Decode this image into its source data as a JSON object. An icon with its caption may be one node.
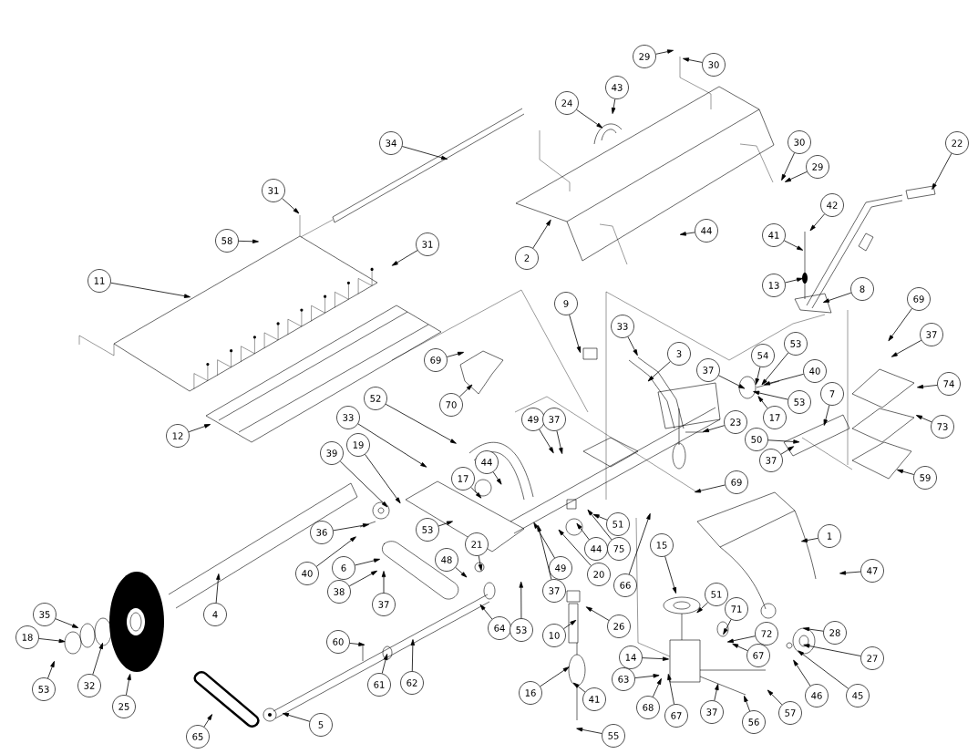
{
  "diagram": {
    "nodes": [
      {
        "text": [
          "34"
        ]
      },
      {
        "text": [
          "31"
        ]
      },
      {
        "text": [
          "58"
        ]
      },
      {
        "text": [
          "11"
        ]
      },
      {
        "text": [
          "31"
        ]
      },
      {
        "text": [
          "12"
        ]
      },
      {
        "text": [
          "29"
        ]
      },
      {
        "text": [
          "30"
        ]
      },
      {
        "text": [
          "43"
        ]
      },
      {
        "text": [
          "24"
        ]
      },
      {
        "text": [
          "30"
        ]
      },
      {
        "text": [
          "29"
        ]
      },
      {
        "text": [
          "22"
        ]
      },
      {
        "text": [
          "42"
        ]
      },
      {
        "text": [
          "41"
        ]
      },
      {
        "text": [
          "13"
        ]
      },
      {
        "text": [
          "8"
        ]
      },
      {
        "text": [
          "2"
        ]
      },
      {
        "text": [
          "44"
        ]
      },
      {
        "text": [
          "9"
        ]
      },
      {
        "text": [
          "33"
        ]
      },
      {
        "text": [
          "3"
        ]
      },
      {
        "text": [
          "69"
        ]
      },
      {
        "text": [
          "37"
        ]
      },
      {
        "text": [
          "37"
        ]
      },
      {
        "text": [
          "54"
        ]
      },
      {
        "text": [
          "53"
        ]
      },
      {
        "text": [
          "40"
        ]
      },
      {
        "text": [
          "53"
        ]
      },
      {
        "text": [
          "17"
        ]
      },
      {
        "text": [
          "74"
        ]
      },
      {
        "text": [
          "7"
        ]
      },
      {
        "text": [
          "73"
        ]
      },
      {
        "text": [
          "69"
        ]
      },
      {
        "text": [
          "70"
        ]
      },
      {
        "text": [
          "23"
        ]
      },
      {
        "text": [
          "50"
        ]
      },
      {
        "text": [
          "37"
        ]
      },
      {
        "text": [
          "59"
        ]
      },
      {
        "text": [
          "52"
        ]
      },
      {
        "text": [
          "33"
        ]
      },
      {
        "text": [
          "49"
        ]
      },
      {
        "text": [
          "37"
        ]
      },
      {
        "text": [
          "44"
        ]
      },
      {
        "text": [
          "17"
        ]
      },
      {
        "text": [
          "39"
        ]
      },
      {
        "text": [
          "19"
        ]
      },
      {
        "text": [
          "69"
        ]
      },
      {
        "text": [
          "36"
        ]
      },
      {
        "text": [
          "53"
        ]
      },
      {
        "text": [
          "40"
        ]
      },
      {
        "text": [
          "6"
        ]
      },
      {
        "text": [
          "38"
        ]
      },
      {
        "text": [
          "37"
        ]
      },
      {
        "text": [
          "48"
        ]
      },
      {
        "text": [
          "21"
        ]
      },
      {
        "text": [
          "49"
        ]
      },
      {
        "text": [
          "37"
        ]
      },
      {
        "text": [
          "44"
        ]
      },
      {
        "text": [
          "75"
        ]
      },
      {
        "text": [
          "51"
        ]
      },
      {
        "text": [
          "20"
        ]
      },
      {
        "text": [
          "66"
        ]
      },
      {
        "text": [
          "1"
        ]
      },
      {
        "text": [
          "47"
        ]
      },
      {
        "text": [
          "15"
        ]
      },
      {
        "text": [
          "51"
        ]
      },
      {
        "text": [
          "71"
        ]
      },
      {
        "text": [
          "72"
        ]
      },
      {
        "text": [
          "67"
        ]
      },
      {
        "text": [
          "28"
        ]
      },
      {
        "text": [
          "27"
        ]
      },
      {
        "text": [
          "10"
        ]
      },
      {
        "text": [
          "26"
        ]
      },
      {
        "text": [
          "16"
        ]
      },
      {
        "text": [
          "41"
        ]
      },
      {
        "text": [
          "55"
        ]
      },
      {
        "text": [
          "64"
        ]
      },
      {
        "text": [
          "53"
        ]
      },
      {
        "text": [
          "14"
        ]
      },
      {
        "text": [
          "63"
        ]
      },
      {
        "text": [
          "68"
        ]
      },
      {
        "text": [
          "67"
        ]
      },
      {
        "text": [
          "37"
        ]
      },
      {
        "text": [
          "56"
        ]
      },
      {
        "text": [
          "57"
        ]
      },
      {
        "text": [
          "46"
        ]
      },
      {
        "text": [
          "45"
        ]
      },
      {
        "text": [
          "62"
        ]
      },
      {
        "text": [
          "61"
        ]
      },
      {
        "text": [
          "60"
        ]
      },
      {
        "text": [
          "35"
        ]
      },
      {
        "text": [
          "18"
        ]
      },
      {
        "text": [
          "53"
        ]
      },
      {
        "text": [
          "32"
        ]
      },
      {
        "text": [
          "25"
        ]
      },
      {
        "text": [
          "4"
        ]
      },
      {
        "text": [
          "65"
        ]
      },
      {
        "text": [
          "5"
        ]
      }
    ],
    "edges": [
      {
        "from": 0,
        "to": null,
        "arrow": "to"
      },
      {
        "from": 1,
        "to": null,
        "arrow": "to"
      },
      {
        "from": 2,
        "to": null,
        "arrow": "to"
      },
      {
        "from": 3,
        "to": null,
        "arrow": "to"
      },
      {
        "from": 4,
        "to": null,
        "arrow": "to"
      },
      {
        "from": 5,
        "to": null,
        "arrow": "to"
      },
      {
        "from": 6,
        "to": null,
        "arrow": "to"
      },
      {
        "from": 7,
        "to": null,
        "arrow": "to"
      },
      {
        "from": 8,
        "to": null,
        "arrow": "to"
      },
      {
        "from": 9,
        "to": null,
        "arrow": "to"
      },
      {
        "from": 10,
        "to": null,
        "arrow": "to"
      },
      {
        "from": 11,
        "to": null,
        "arrow": "to"
      },
      {
        "from": 12,
        "to": null,
        "arrow": "to"
      },
      {
        "from": 13,
        "to": null,
        "arrow": "to"
      },
      {
        "from": 14,
        "to": null,
        "arrow": "to"
      },
      {
        "from": 15,
        "to": null,
        "arrow": "to"
      },
      {
        "from": 16,
        "to": null,
        "arrow": "to"
      },
      {
        "from": 17,
        "to": null,
        "arrow": "to"
      },
      {
        "from": 18,
        "to": null,
        "arrow": "to"
      },
      {
        "from": 19,
        "to": null,
        "arrow": "to"
      },
      {
        "from": 20,
        "to": null,
        "arrow": "to"
      },
      {
        "from": 21,
        "to": null,
        "arrow": "to"
      },
      {
        "from": 22,
        "to": null,
        "arrow": "to"
      },
      {
        "from": 23,
        "to": null,
        "arrow": "to"
      },
      {
        "from": 24,
        "to": null,
        "arrow": "to"
      },
      {
        "from": 25,
        "to": null,
        "arrow": "to"
      },
      {
        "from": 26,
        "to": null,
        "arrow": "to"
      },
      {
        "from": 27,
        "to": null,
        "arrow": "to"
      },
      {
        "from": 28,
        "to": null,
        "arrow": "to"
      },
      {
        "from": 29,
        "to": null,
        "arrow": "to"
      },
      {
        "from": 30,
        "to": null,
        "arrow": "to"
      },
      {
        "from": 31,
        "to": null,
        "arrow": "to"
      },
      {
        "from": 32,
        "to": null,
        "arrow": "to"
      },
      {
        "from": 33,
        "to": null,
        "arrow": "to"
      },
      {
        "from": 34,
        "to": null,
        "arrow": "to"
      },
      {
        "from": 35,
        "to": null,
        "arrow": "to"
      },
      {
        "from": 36,
        "to": null,
        "arrow": "to"
      },
      {
        "from": 37,
        "to": null,
        "arrow": "to"
      },
      {
        "from": 38,
        "to": null,
        "arrow": "to"
      },
      {
        "from": 39,
        "to": null,
        "arrow": "to"
      },
      {
        "from": 40,
        "to": null,
        "arrow": "to"
      },
      {
        "from": 41,
        "to": null,
        "arrow": "to"
      },
      {
        "from": 42,
        "to": null,
        "arrow": "to"
      },
      {
        "from": 43,
        "to": null,
        "arrow": "to"
      },
      {
        "from": 44,
        "to": null,
        "arrow": "to"
      },
      {
        "from": 45,
        "to": null,
        "arrow": "to"
      },
      {
        "from": 46,
        "to": null,
        "arrow": "to"
      },
      {
        "from": 47,
        "to": null,
        "arrow": "to"
      },
      {
        "from": 48,
        "to": null,
        "arrow": "to"
      },
      {
        "from": 49,
        "to": null,
        "arrow": "to"
      },
      {
        "from": 50,
        "to": null,
        "arrow": "to"
      },
      {
        "from": 51,
        "to": null,
        "arrow": "to"
      },
      {
        "from": 52,
        "to": null,
        "arrow": "to"
      },
      {
        "from": 53,
        "to": null,
        "arrow": "to"
      },
      {
        "from": 54,
        "to": null,
        "arrow": "to"
      },
      {
        "from": 55,
        "to": null,
        "arrow": "to"
      },
      {
        "from": 56,
        "to": null,
        "arrow": "to"
      },
      {
        "from": 57,
        "to": null,
        "arrow": "to"
      },
      {
        "from": 58,
        "to": null,
        "arrow": "to"
      },
      {
        "from": 59,
        "to": null,
        "arrow": "to"
      },
      {
        "from": 60,
        "to": null,
        "arrow": "to"
      },
      {
        "from": 61,
        "to": null,
        "arrow": "to"
      },
      {
        "from": 62,
        "to": null,
        "arrow": "to"
      },
      {
        "from": 63,
        "to": null,
        "arrow": "to"
      },
      {
        "from": 64,
        "to": null,
        "arrow": "to"
      },
      {
        "from": 65,
        "to": null,
        "arrow": "to"
      },
      {
        "from": 66,
        "to": null,
        "arrow": "to"
      },
      {
        "from": 67,
        "to": null,
        "arrow": "to"
      },
      {
        "from": 68,
        "to": null,
        "arrow": "to"
      },
      {
        "from": 69,
        "to": null,
        "arrow": "to"
      },
      {
        "from": 70,
        "to": null,
        "arrow": "to"
      },
      {
        "from": 71,
        "to": null,
        "arrow": "to"
      },
      {
        "from": 72,
        "to": null,
        "arrow": "to"
      },
      {
        "from": 73,
        "to": null,
        "arrow": "to"
      },
      {
        "from": 74,
        "to": null,
        "arrow": "to"
      },
      {
        "from": 75,
        "to": null,
        "arrow": "to"
      },
      {
        "from": 76,
        "to": null,
        "arrow": "to"
      },
      {
        "from": 77,
        "to": null,
        "arrow": "to"
      },
      {
        "from": 78,
        "to": null,
        "arrow": "to"
      },
      {
        "from": 79,
        "to": null,
        "arrow": "to"
      },
      {
        "from": 80,
        "to": null,
        "arrow": "to"
      },
      {
        "from": 81,
        "to": null,
        "arrow": "to"
      },
      {
        "from": 82,
        "to": null,
        "arrow": "to"
      },
      {
        "from": 83,
        "to": null,
        "arrow": "to"
      },
      {
        "from": 84,
        "to": null,
        "arrow": "to"
      },
      {
        "from": 85,
        "to": null,
        "arrow": "to"
      },
      {
        "from": 86,
        "to": null,
        "arrow": "to"
      },
      {
        "from": 87,
        "to": null,
        "arrow": "to"
      },
      {
        "from": 88,
        "to": null,
        "arrow": "to"
      },
      {
        "from": 89,
        "to": null,
        "arrow": "to"
      },
      {
        "from": 90,
        "to": null,
        "arrow": "to"
      },
      {
        "from": 91,
        "to": null,
        "arrow": "to"
      },
      {
        "from": 92,
        "to": null,
        "arrow": "to"
      },
      {
        "from": 93,
        "to": null,
        "arrow": "to"
      },
      {
        "from": 94,
        "to": null,
        "arrow": "to"
      },
      {
        "from": 95,
        "to": null,
        "arrow": "to"
      },
      {
        "from": 96,
        "to": null,
        "arrow": "to"
      },
      {
        "from": 97,
        "to": null,
        "arrow": "to"
      },
      {
        "from": 98,
        "to": null,
        "arrow": "to"
      }
    ]
  }
}
